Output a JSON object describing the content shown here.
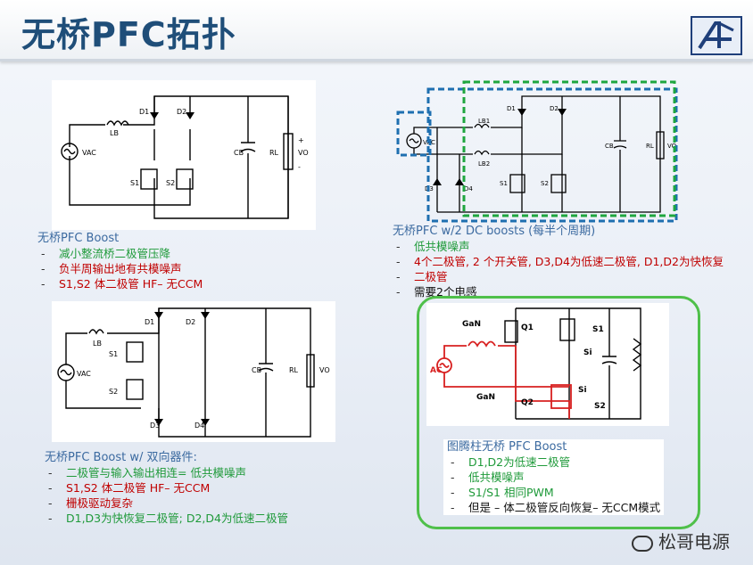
{
  "title": "无桥PFC拓扑",
  "brand_mark": "AT",
  "watermark": "松哥电源",
  "circuits": {
    "c1": {
      "labels": [
        "D1",
        "D2",
        "LB",
        "VAC",
        "CB",
        "RL",
        "VO",
        "S1",
        "S2",
        "+",
        "-"
      ]
    },
    "c2": {
      "labels": [
        "D1",
        "D2",
        "LB1",
        "LB2",
        "D3",
        "D4",
        "CB",
        "RL",
        "VO",
        "S1",
        "S2",
        "VAC"
      ]
    },
    "c3": {
      "labels": [
        "D1",
        "D2",
        "D3",
        "D4",
        "LB",
        "S1",
        "S2",
        "VAC",
        "CB",
        "RL",
        "VO"
      ]
    },
    "c4": {
      "labels": [
        "GaN",
        "Q1",
        "S1",
        "Si",
        "AC",
        "GaN",
        "Q2",
        "Si",
        "S2"
      ]
    }
  },
  "captions": {
    "c1": {
      "heading": "无桥PFC Boost",
      "items": [
        {
          "text": "减小整流桥二极管压降",
          "color": "green"
        },
        {
          "text": "负半周输出地有共模噪声",
          "color": "red"
        },
        {
          "text": "S1,S2 体二极管 HF– 无CCM",
          "color": "red"
        }
      ]
    },
    "c2": {
      "heading": "无桥PFC w/2 DC boosts (每半个周期)",
      "items": [
        {
          "text": "低共模噪声",
          "color": "green"
        },
        {
          "text": "4个二极管, 2 个开关管, D3,D4为低速二极管, D1,D2为快恢复",
          "color": "red"
        },
        {
          "text": "二极管",
          "color": "red"
        },
        {
          "text": "需要2个电感",
          "color": "black"
        }
      ]
    },
    "c3": {
      "heading": "无桥PFC Boost w/ 双向器件:",
      "items": [
        {
          "text": "二极管与输入输出相连= 低共模噪声",
          "color": "green"
        },
        {
          "text": "S1,S2 体二极管 HF– 无CCM",
          "color": "red"
        },
        {
          "text": "栅极驱动复杂",
          "color": "red"
        },
        {
          "text": "D1,D3为快恢复二极管; D2,D4为低速二极管",
          "color": "green"
        }
      ]
    },
    "c4": {
      "heading": "图腾柱无桥 PFC Boost",
      "items": [
        {
          "text": "D1,D2为低速二极管",
          "color": "green"
        },
        {
          "text": "低共模噪声",
          "color": "green"
        },
        {
          "text": "S1/S1 相同PWM",
          "color": "green"
        },
        {
          "text": "但是 – 体二极管反向恢复– 无CCM模式",
          "color": "black"
        }
      ]
    }
  }
}
